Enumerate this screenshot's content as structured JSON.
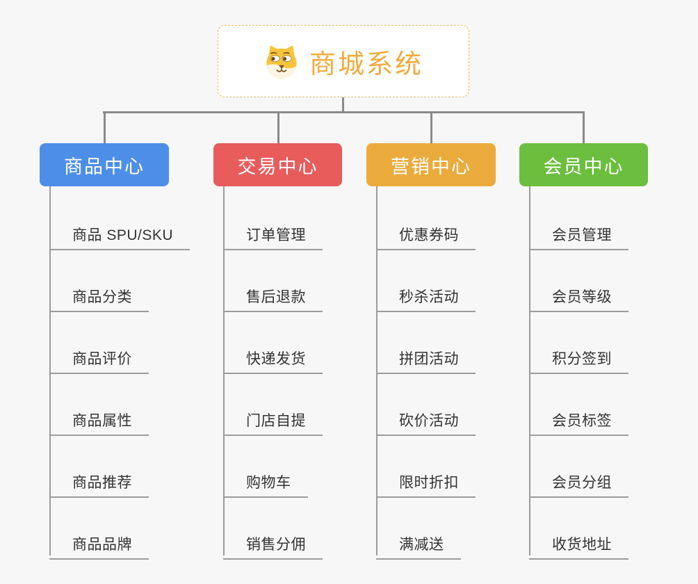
{
  "root": {
    "title": "商城系统",
    "icon": "shiba-dog-icon",
    "accent_color": "#F0AB3E",
    "border_color": "#F0B860",
    "background": "#FFFFFF"
  },
  "connector_color": "#8A8A8A",
  "page_background": "#F7F7F7",
  "branches": [
    {
      "label": "商品中心",
      "color": "#4D8FE8",
      "items": [
        "商品 SPU/SKU",
        "商品分类",
        "商品评价",
        "商品属性",
        "商品推荐",
        "商品品牌"
      ]
    },
    {
      "label": "交易中心",
      "color": "#E85C5C",
      "items": [
        "订单管理",
        "售后退款",
        "快递发货",
        "门店自提",
        "购物车",
        "销售分佣"
      ]
    },
    {
      "label": "营销中心",
      "color": "#EBAB3C",
      "items": [
        "优惠券码",
        "秒杀活动",
        "拼团活动",
        "砍价活动",
        "限时折扣",
        "满减送"
      ]
    },
    {
      "label": "会员中心",
      "color": "#6CBE3E",
      "items": [
        "会员管理",
        "会员等级",
        "积分签到",
        "会员标签",
        "会员分组",
        "收货地址"
      ]
    }
  ]
}
